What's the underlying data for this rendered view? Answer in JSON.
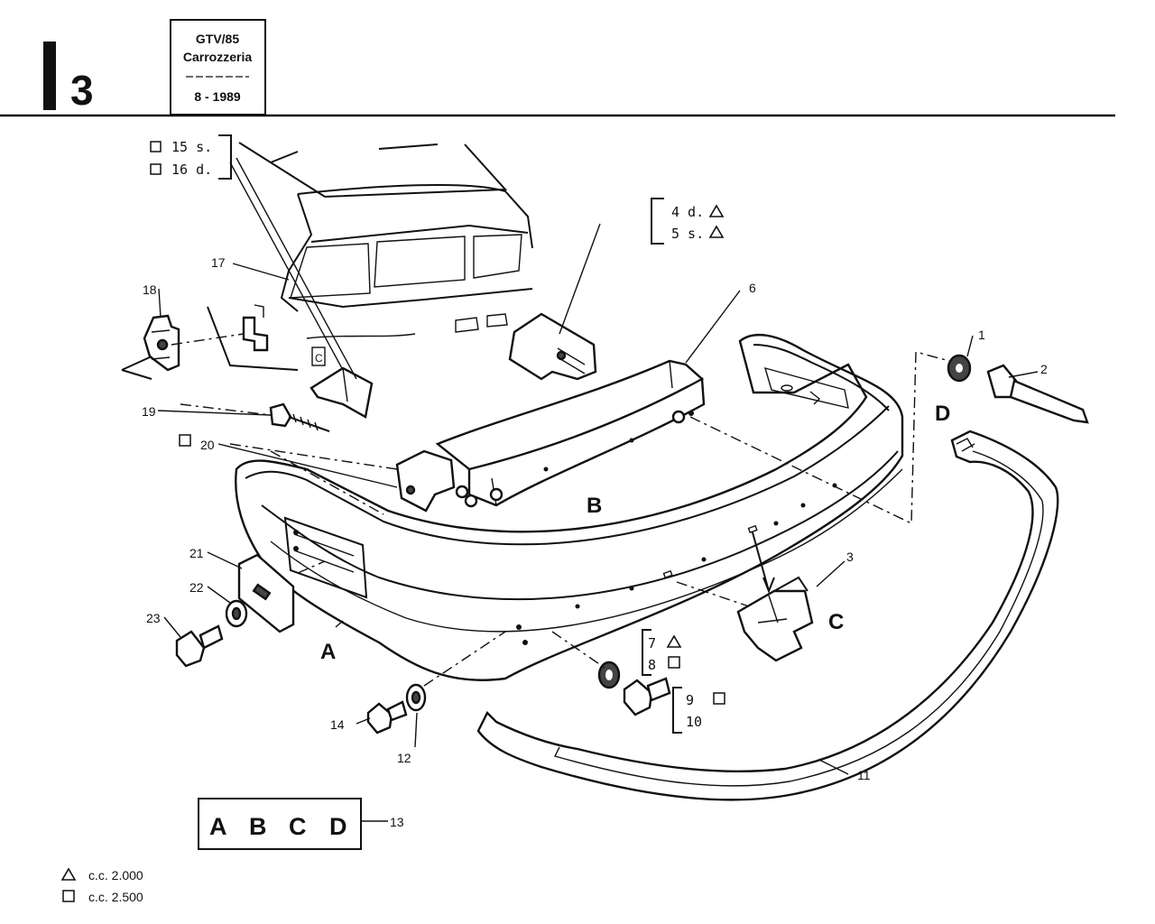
{
  "header": {
    "section_letter": "I",
    "section_number": "3",
    "model": "GTV/85",
    "group": "Carrozzeria",
    "date": "8 - 1989"
  },
  "callouts": {
    "c1": "1",
    "c2": "2",
    "c3": "3",
    "c4": "4 d.",
    "c5": "5 s.",
    "c6": "6",
    "c7": "7",
    "c8": "8",
    "c9": "9",
    "c10": "10",
    "c11": "11",
    "c12": "12",
    "c13": "13",
    "c14": "14",
    "c15": "15 s.",
    "c16": "16 d.",
    "c17": "17",
    "c18": "18",
    "c19": "19",
    "c20": "20",
    "c21": "21",
    "c22": "22",
    "c23": "23"
  },
  "assembly_letters": {
    "a": "A",
    "b": "B",
    "c": "C",
    "d": "D"
  },
  "kit_box": {
    "letters": [
      "A",
      "B",
      "C",
      "D"
    ]
  },
  "legend": {
    "triangle": "c.c. 2.000",
    "square": "c.c. 2.500"
  }
}
